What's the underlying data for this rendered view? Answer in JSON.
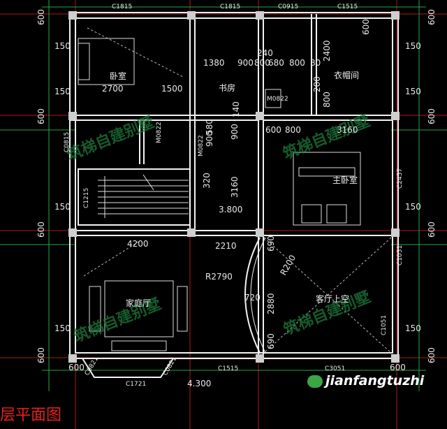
{
  "plan": {
    "title": "层平面图",
    "watermark_brand": "jianfangtuzhi",
    "watermark_chinese": "筑梯自建别墅",
    "top_dims": [
      "C1815",
      "C1815",
      "C0915",
      "C1515"
    ],
    "left_dims": [
      "600",
      "150",
      "150",
      "600",
      "C0815",
      "C1215",
      "150",
      "600",
      "150",
      "600"
    ],
    "right_dims": [
      "600",
      "600",
      "150",
      "600",
      "150",
      "C2457",
      "150",
      "600",
      "C1051",
      "C1051",
      "150",
      "600"
    ],
    "bottom_dims": [
      "600",
      "C0821",
      "C1721",
      "C0821",
      "C1515",
      "C3051",
      "600",
      "4.300"
    ],
    "interior_dims": [
      "2700",
      "1500",
      "1380",
      "900",
      "800",
      "240",
      "680",
      "800",
      "80",
      "2400",
      "200",
      "800",
      "M0822",
      "600",
      "800",
      "3160",
      "140",
      "580",
      "900",
      "M0822",
      "M0822",
      "900",
      "320",
      "3160",
      "3.800",
      "4200",
      "2210",
      "690",
      "R200",
      "R2790",
      "720",
      "2880",
      "690"
    ],
    "rooms": [
      "卧室",
      "书房",
      "衣帽间",
      "主卧室",
      "家庭厅",
      "客厅上空"
    ]
  }
}
